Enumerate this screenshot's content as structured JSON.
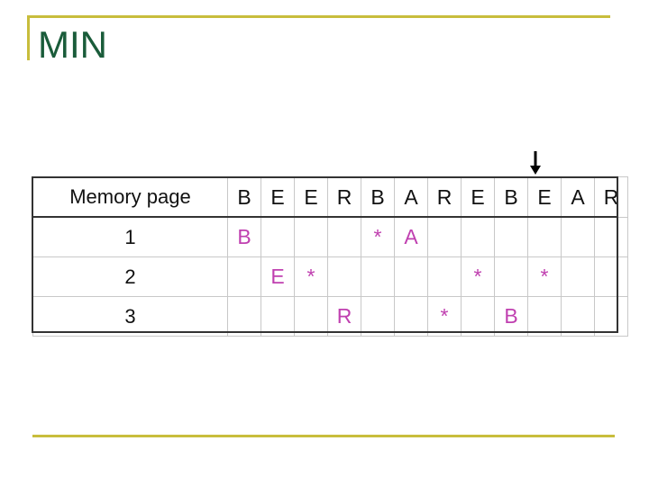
{
  "title": "MIN",
  "table": {
    "header_label": "Memory page",
    "reference_string": [
      "B",
      "E",
      "E",
      "R",
      "B",
      "A",
      "R",
      "E",
      "B",
      "E",
      "A",
      "R"
    ],
    "rows": [
      {
        "label": "1",
        "cells": [
          "B",
          "",
          "",
          "",
          "*",
          "A",
          "",
          "",
          "",
          "",
          "",
          ""
        ]
      },
      {
        "label": "2",
        "cells": [
          "",
          "E",
          "*",
          "",
          "",
          "",
          "",
          "*",
          "",
          "*",
          "",
          ""
        ]
      },
      {
        "label": "3",
        "cells": [
          "",
          "",
          "",
          "R",
          "",
          "",
          "*",
          "",
          "B",
          "",
          "",
          ""
        ]
      }
    ]
  },
  "pointer": {
    "column_index": 9,
    "icon": "down-arrow-icon"
  },
  "colors": {
    "title": "#1a5c3a",
    "rule": "#c8bd3c",
    "highlight": "#c040b0"
  }
}
